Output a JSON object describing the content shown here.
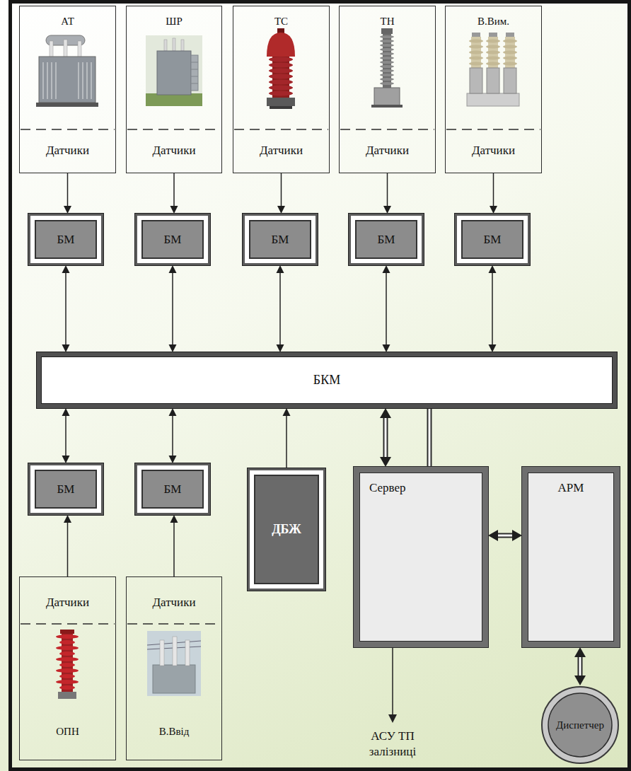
{
  "diagram": {
    "nodes": [
      {
        "text": [
          "АТ",
          "Датчики"
        ]
      },
      {
        "text": [
          "ШР",
          "Датчики"
        ]
      },
      {
        "text": [
          "ТС",
          "Датчики"
        ]
      },
      {
        "text": [
          "ТН",
          "Датчики"
        ]
      },
      {
        "text": [
          "В.Вим.",
          "Датчики"
        ]
      },
      {
        "text": [
          "БМ"
        ]
      },
      {
        "text": [
          "БМ"
        ]
      },
      {
        "text": [
          "БМ"
        ]
      },
      {
        "text": [
          "БМ"
        ]
      },
      {
        "text": [
          "БМ"
        ]
      },
      {
        "text": [
          "БКМ"
        ]
      },
      {
        "text": [
          "БМ"
        ]
      },
      {
        "text": [
          "БМ"
        ]
      },
      {
        "text": [
          "ДБЖ"
        ]
      },
      {
        "text": [
          "Сервер"
        ]
      },
      {
        "text": [
          "АРМ"
        ]
      },
      {
        "text": [
          "Датчики",
          "ОПН"
        ]
      },
      {
        "text": [
          "Датчики",
          "В.Ввід"
        ]
      },
      {
        "text": [
          "Диспетчер"
        ]
      }
    ],
    "edges": [
      {
        "from": 0,
        "to": 5,
        "arrow": "to"
      },
      {
        "from": 1,
        "to": 6,
        "arrow": "to"
      },
      {
        "from": 2,
        "to": 7,
        "arrow": "to"
      },
      {
        "from": 3,
        "to": 8,
        "arrow": "to"
      },
      {
        "from": 4,
        "to": 9,
        "arrow": "to"
      },
      {
        "from": 5,
        "to": 10,
        "arrow": "both"
      },
      {
        "from": 6,
        "to": 10,
        "arrow": "both"
      },
      {
        "from": 7,
        "to": 10,
        "arrow": "both"
      },
      {
        "from": 8,
        "to": 10,
        "arrow": "both"
      },
      {
        "from": 9,
        "to": 10,
        "arrow": "both"
      },
      {
        "from": 16,
        "to": 11,
        "arrow": "to"
      },
      {
        "from": 17,
        "to": 12,
        "arrow": "to"
      },
      {
        "from": 11,
        "to": 10,
        "arrow": "both"
      },
      {
        "from": 12,
        "to": 10,
        "arrow": "both"
      },
      {
        "from": 13,
        "to": 10,
        "arrow": "to"
      },
      {
        "from": 10,
        "to": 14,
        "arrow": "both"
      },
      {
        "from": 10,
        "to": 14,
        "arrow": "none"
      },
      {
        "from": 14,
        "to": 15,
        "arrow": "both"
      },
      {
        "from": 15,
        "to": 18,
        "arrow": "both"
      }
    ],
    "labels": [
      "АСУ ТП залізниці"
    ]
  }
}
